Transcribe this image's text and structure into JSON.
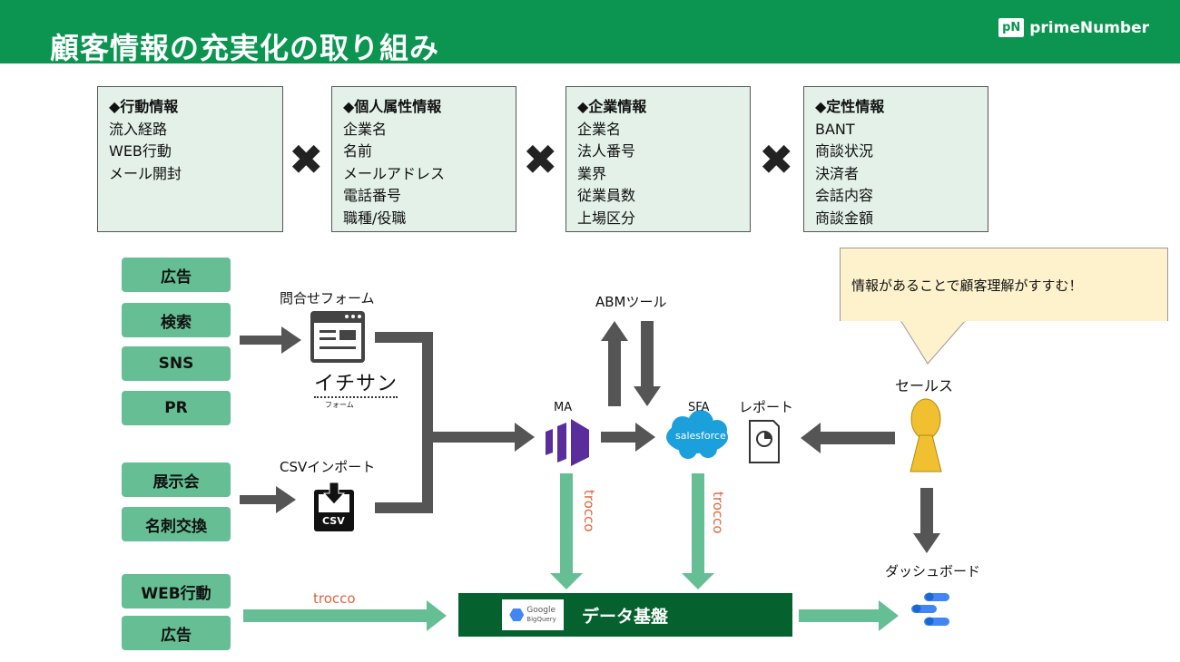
{
  "header": {
    "title": "顧客情報の充実化の取り組み",
    "logo_mark": "pN",
    "logo_text": "primeNumber"
  },
  "info_boxes": [
    {
      "heading": "◆行動情報",
      "items": [
        "流入経路",
        "WEB行動",
        "メール開封"
      ]
    },
    {
      "heading": "◆個人属性情報",
      "items": [
        "企業名",
        "名前",
        "メールアドレス",
        "電話番号",
        "職種/役職"
      ]
    },
    {
      "heading": "◆企業情報",
      "items": [
        "企業名",
        "法人番号",
        "業界",
        "従業員数",
        "上場区分"
      ]
    },
    {
      "heading": "◆定性情報",
      "items": [
        "BANT",
        "商談状況",
        "決済者",
        "会話内容",
        "商談金額"
      ]
    }
  ],
  "cross_symbol": "✖",
  "sources_form": [
    "広告",
    "検索",
    "SNS",
    "PR"
  ],
  "sources_csv": [
    "展示会",
    "名刺交換"
  ],
  "sources_direct": [
    "WEB行動",
    "広告"
  ],
  "nodes": {
    "form": "問合せフォーム",
    "form_brand": "イチサン",
    "form_brand_sub": "フォーム",
    "csv": "CSVインポート",
    "csv_icon": "CSV",
    "ma": "MA",
    "abm": "ABMツール",
    "sfa": "SFA",
    "sfa_brand": "salesforce",
    "report": "レポート",
    "sales": "セールス",
    "dashboard": "ダッシュボード",
    "data_platform": "データ基盤",
    "bq_line1": "Google",
    "bq_line2": "BigQuery"
  },
  "trocco": "trocco",
  "balloon": "情報があることで顧客理解がすすむ！",
  "colors": {
    "header": "#0b9551",
    "tag": "#66bf94",
    "info_bg": "#e3f1e9",
    "data_platform": "#05622e",
    "arrow_gray": "#555555",
    "arrow_green": "#66bf94",
    "trocco": "#e0643c",
    "sales_figure": "#f0c030"
  }
}
